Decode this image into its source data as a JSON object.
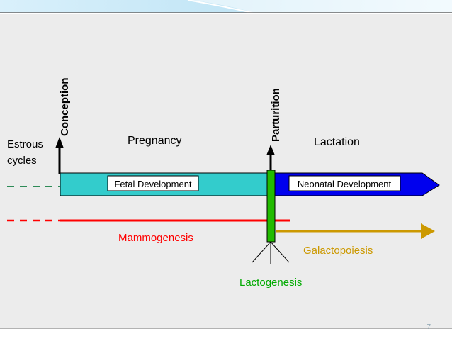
{
  "diagram": {
    "labels": {
      "conception": "Conception",
      "parturition": "Parturition",
      "estrous_line1": "Estrous",
      "estrous_line2": "cycles",
      "pregnancy": "Pregnancy",
      "lactation": "Lactation",
      "fetal_development": "Fetal Development",
      "neonatal_development": "Neonatal Development",
      "mammogenesis": "Mammogenesis",
      "galactopoiesis": "Galactopoiesis",
      "lactogenesis": "Lactogenesis"
    },
    "colors": {
      "fetal_bar": "#33cccc",
      "neonatal_bar": "#0000ee",
      "mammogenesis": "#ff0000",
      "galactopoiesis": "#cc9900",
      "lactogenesis": "#00aa00",
      "parturition_bar": "#22bb00",
      "header_band": "#d5eef9",
      "background": "#ececec"
    }
  },
  "footer": {
    "slide_number": "7"
  }
}
